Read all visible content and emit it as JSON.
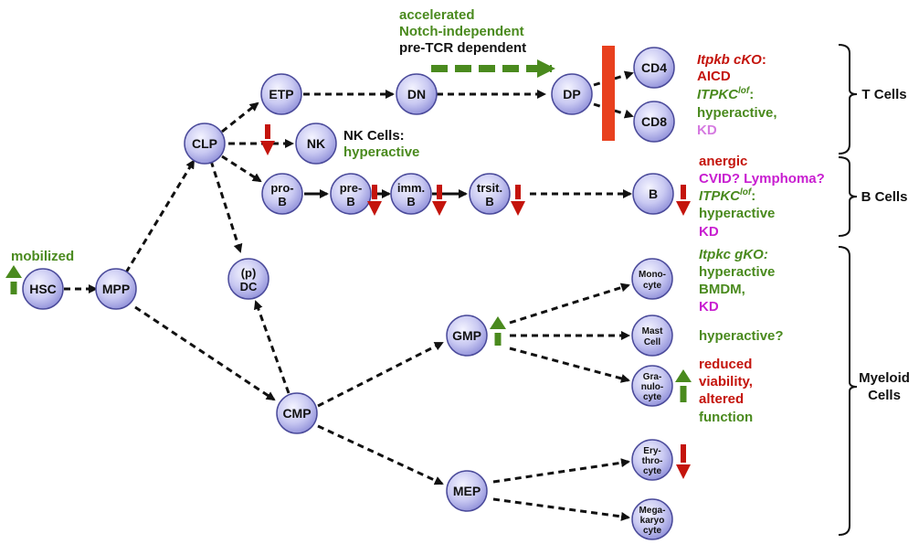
{
  "nodes": {
    "HSC": "HSC",
    "MPP": "MPP",
    "CLP": "CLP",
    "ETP": "ETP",
    "NK": "NK",
    "DN": "DN",
    "DP": "DP",
    "CD4": "CD4",
    "CD8": "CD8",
    "proB": [
      "pro-",
      "B"
    ],
    "preB": [
      "pre-",
      "B"
    ],
    "immB": [
      "imm.",
      "B"
    ],
    "trsitB": [
      "trsit.",
      "B"
    ],
    "B": "B",
    "pDC": [
      "(p)",
      "DC"
    ],
    "CMP": "CMP",
    "GMP": "GMP",
    "MEP": "MEP",
    "Monocyte": [
      "Mono-",
      "cyte"
    ],
    "MastCell": [
      "Mast",
      "Cell"
    ],
    "Granulocyte": [
      "Gra-",
      "nulo-",
      "cyte"
    ],
    "Erythrocyte": [
      "Ery-",
      "thro-",
      "cyte"
    ],
    "Megakaryocyte": [
      "Mega-",
      "karyo",
      "cyte"
    ]
  },
  "annotations": {
    "mobilized": "mobilized",
    "thymus_top": [
      "accelerated",
      "Notch-independent",
      "pre-TCR dependent"
    ],
    "nk_cells": [
      "NK Cells:",
      "hyperactive"
    ],
    "t_cells": {
      "itpkb_ckO": "Itpkb cKO",
      "colon": ":",
      "aicd": "AICD",
      "itpkc_lof": "ITPKC",
      "lof_sup": "lof",
      "hyperactive": "hyperactive,",
      "kd": "KD"
    },
    "b_cells": {
      "anergic": "anergic",
      "cvid": "CVID? Lymphoma?",
      "itpkc_lof": "ITPKC",
      "lof_sup": "lof",
      "hyperactive": "hyperactive",
      "kd": "KD"
    },
    "myeloid": {
      "itpkc_gko": "Itpkc gKO:",
      "hyperactive": "hyperactive",
      "bmdm": "BMDM,",
      "kd": "KD",
      "mast_hyperactive": "hyperactive?",
      "granulo": [
        "reduced",
        "viability,",
        "altered",
        "function"
      ]
    }
  },
  "groups": {
    "t_cells": "T Cells",
    "b_cells": "B Cells",
    "myeloid": [
      "Myeloid",
      "Cells"
    ]
  },
  "colors": {
    "node_fill_light": "#e6e6fb",
    "node_fill_dark": "#8c8cd6",
    "node_stroke": "#4a4a9a",
    "green": "#4a8a1e",
    "red": "#c4140c",
    "magenta": "#c81ed0",
    "pink": "#d57ae0",
    "block_red": "#e8401e"
  }
}
